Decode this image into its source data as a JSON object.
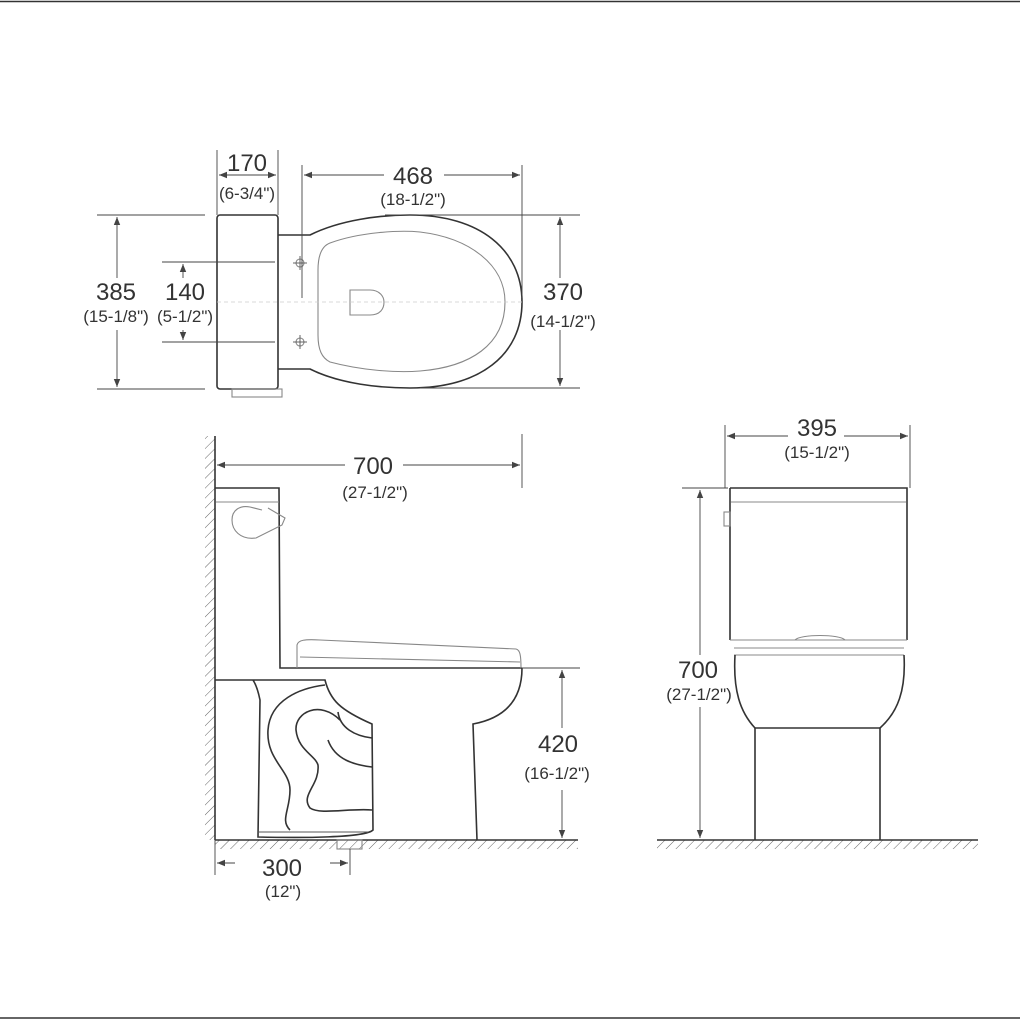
{
  "top_view": {
    "tank_depth": {
      "mm": "170",
      "inch": "(6-3/4\")"
    },
    "bowl_length": {
      "mm": "468",
      "inch": "(18-1/2\")"
    },
    "overall_width": {
      "mm": "385",
      "inch": "(15-1/8\")"
    },
    "bolt_spacing": {
      "mm": "140",
      "inch": "(5-1/2\")"
    },
    "bowl_width": {
      "mm": "370",
      "inch": "(14-1/2\")"
    }
  },
  "side_view": {
    "overall_depth": {
      "mm": "700",
      "inch": "(27-1/2\")"
    },
    "seat_height": {
      "mm": "420",
      "inch": "(16-1/2\")"
    },
    "rough_in": {
      "mm": "300",
      "inch": "(12\")"
    }
  },
  "front_view": {
    "width": {
      "mm": "395",
      "inch": "(15-1/2\")"
    },
    "height": {
      "mm": "700",
      "inch": "(27-1/2\")"
    }
  },
  "colors": {
    "line": "#333333",
    "background": "#ffffff"
  }
}
